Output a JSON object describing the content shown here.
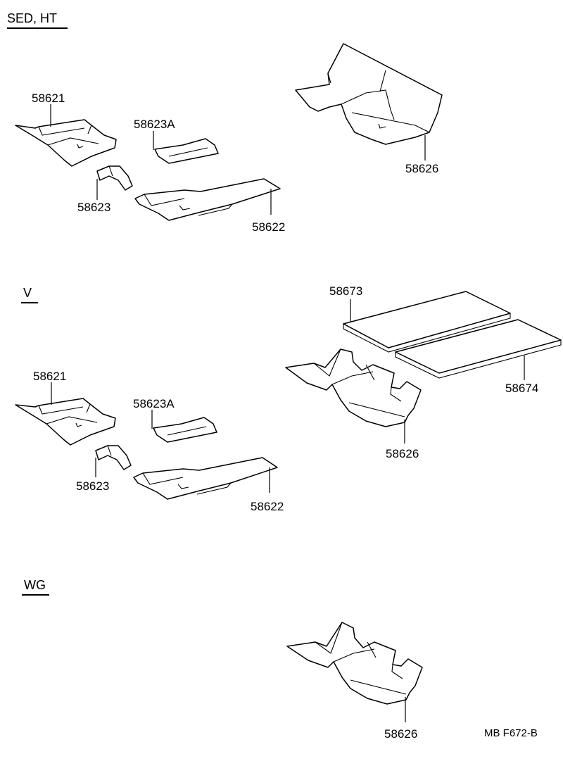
{
  "sections": [
    {
      "title": "SED, HT",
      "labels": [
        "58621",
        "58623A",
        "58623",
        "58622",
        "58626"
      ]
    },
    {
      "title": "V",
      "labels": [
        "58621",
        "58623A",
        "58623",
        "58622",
        "58673",
        "58674",
        "58626"
      ]
    },
    {
      "title": "WG",
      "labels": [
        "58626"
      ]
    }
  ],
  "footer": {
    "code": "MB  F672-B"
  }
}
